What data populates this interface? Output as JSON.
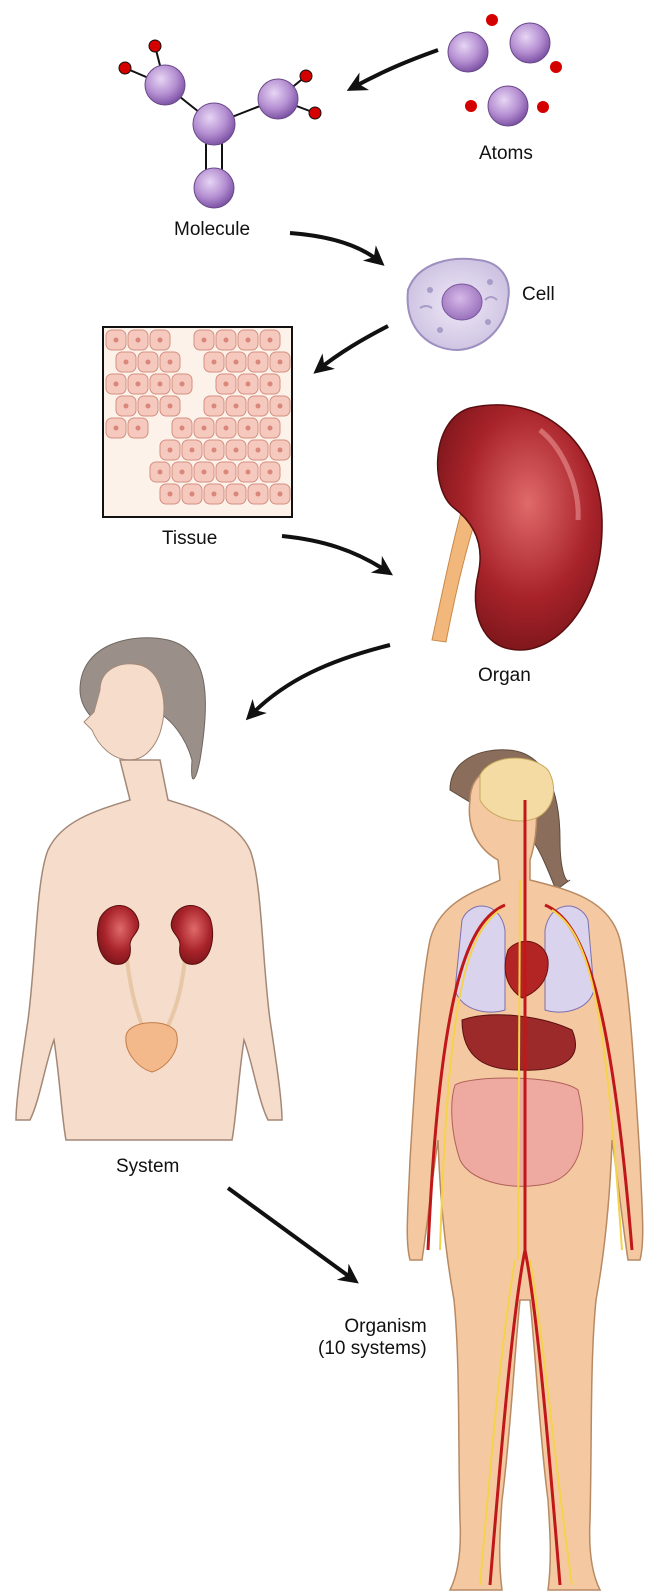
{
  "levels": {
    "atoms": "Atoms",
    "molecule": "Molecule",
    "cell": "Cell",
    "tissue": "Tissue",
    "organ": "Organ",
    "system": "System",
    "organism_line1": "Organism",
    "organism_line2": "(10 systems)"
  },
  "colors": {
    "atom": "#b38fd0",
    "electron": "#d40000",
    "cell": "#d8cfe8",
    "tissue": "#f6c9bf",
    "kidney": "#a8232a",
    "ureter": "#f2b77a",
    "skin": "#f6dccb",
    "hair": "#9b9089",
    "artery": "#c01818",
    "nerve": "#f4d34a",
    "arrow": "#111111"
  }
}
